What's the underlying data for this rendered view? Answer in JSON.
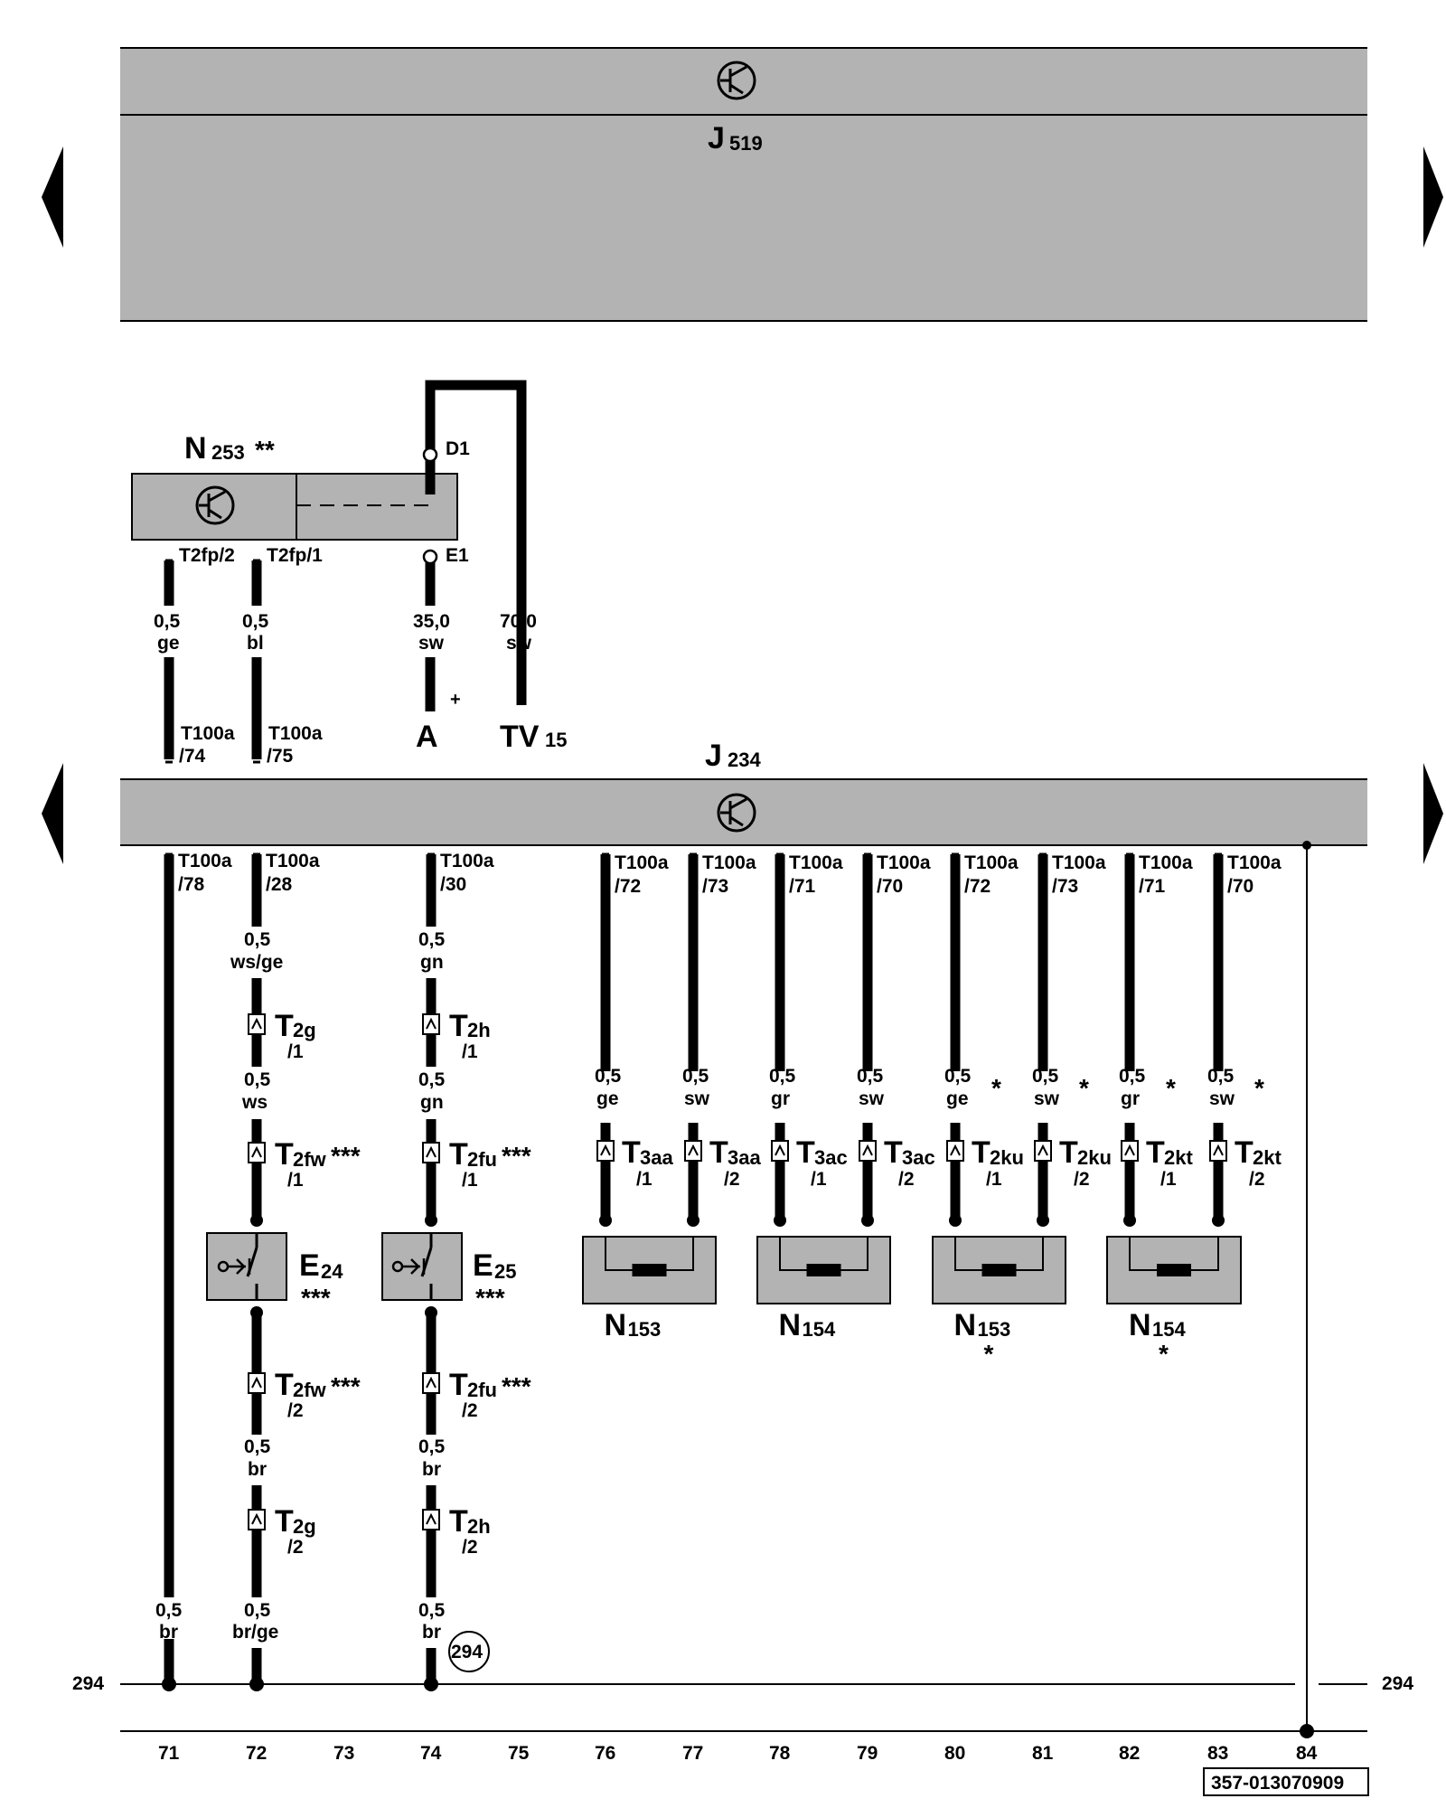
{
  "title_ref": "357-013070909",
  "ground_ref": "294",
  "ground_ref_circled": "294",
  "components": {
    "J519": {
      "letter": "J",
      "sub": "519"
    },
    "J234": {
      "letter": "J",
      "sub": "234"
    },
    "N253": {
      "letter": "N",
      "sub": "253",
      "mark": "**"
    },
    "A": {
      "label": "A",
      "pole": "+"
    },
    "TV15": {
      "letter": "TV",
      "sub": "15"
    },
    "E24": {
      "letter": "E",
      "sub": "24",
      "mark": "***"
    },
    "E25": {
      "letter": "E",
      "sub": "25",
      "mark": "***"
    },
    "N153a": {
      "letter": "N",
      "sub": "153",
      "mark": ""
    },
    "N154a": {
      "letter": "N",
      "sub": "154",
      "mark": ""
    },
    "N153b": {
      "letter": "N",
      "sub": "153",
      "mark": "*"
    },
    "N154b": {
      "letter": "N",
      "sub": "154",
      "mark": "*"
    }
  },
  "n253_pins": {
    "p1": "T2fp/2",
    "p2": "T2fp/1",
    "d1": "D1",
    "e1": "E1"
  },
  "upper_wires": {
    "w1": {
      "size": "0,5",
      "color": "ge",
      "pin": "T100a",
      "pin2": "/74"
    },
    "w2": {
      "size": "0,5",
      "color": "bl",
      "pin": "T100a",
      "pin2": "/75"
    },
    "w3": {
      "size": "35,0",
      "color": "sw"
    },
    "w4": {
      "size": "70,0",
      "color": "sw"
    }
  },
  "j234_pins": [
    {
      "pin": "T100a",
      "num": "/78"
    },
    {
      "pin": "T100a",
      "num": "/28"
    },
    {
      "pin": "T100a",
      "num": "/30"
    },
    {
      "pin": "T100a",
      "num": "/72"
    },
    {
      "pin": "T100a",
      "num": "/73"
    },
    {
      "pin": "T100a",
      "num": "/71"
    },
    {
      "pin": "T100a",
      "num": "/70"
    },
    {
      "pin": "T100a",
      "num": "/72"
    },
    {
      "pin": "T100a",
      "num": "/73"
    },
    {
      "pin": "T100a",
      "num": "/71"
    },
    {
      "pin": "T100a",
      "num": "/70"
    }
  ],
  "col72": {
    "w1": {
      "size": "0,5",
      "color": "ws/ge"
    },
    "c1": {
      "letter": "T",
      "sub": "2g",
      "num": "/1"
    },
    "w2": {
      "size": "0,5",
      "color": "ws"
    },
    "c2": {
      "letter": "T",
      "sub": "2fw",
      "num": "/1",
      "mark": "***"
    },
    "c3": {
      "letter": "T",
      "sub": "2fw",
      "num": "/2",
      "mark": "***"
    },
    "w3": {
      "size": "0,5",
      "color": "br"
    },
    "c4": {
      "letter": "T",
      "sub": "2g",
      "num": "/2"
    },
    "w4": {
      "size": "0,5",
      "color": "br/ge"
    }
  },
  "col74": {
    "w1": {
      "size": "0,5",
      "color": "gn"
    },
    "c1": {
      "letter": "T",
      "sub": "2h",
      "num": "/1"
    },
    "w2": {
      "size": "0,5",
      "color": "gn"
    },
    "c2": {
      "letter": "T",
      "sub": "2fu",
      "num": "/1",
      "mark": "***"
    },
    "c3": {
      "letter": "T",
      "sub": "2fu",
      "num": "/2",
      "mark": "***"
    },
    "w3": {
      "size": "0,5",
      "color": "br"
    },
    "c4": {
      "letter": "T",
      "sub": "2h",
      "num": "/2"
    },
    "w4": {
      "size": "0,5",
      "color": "br"
    }
  },
  "col71": {
    "size": "0,5",
    "color": "br"
  },
  "right_wires": [
    {
      "size": "0,5",
      "color": "ge",
      "mark": "",
      "conn": "3aa",
      "num": "/1"
    },
    {
      "size": "0,5",
      "color": "sw",
      "mark": "",
      "conn": "3aa",
      "num": "/2"
    },
    {
      "size": "0,5",
      "color": "gr",
      "mark": "",
      "conn": "3ac",
      "num": "/1"
    },
    {
      "size": "0,5",
      "color": "sw",
      "mark": "",
      "conn": "3ac",
      "num": "/2"
    },
    {
      "size": "0,5",
      "color": "ge",
      "mark": "*",
      "conn": "2ku",
      "num": "/1"
    },
    {
      "size": "0,5",
      "color": "sw",
      "mark": "*",
      "conn": "2ku",
      "num": "/2"
    },
    {
      "size": "0,5",
      "color": "gr",
      "mark": "*",
      "conn": "2kt",
      "num": "/1"
    },
    {
      "size": "0,5",
      "color": "sw",
      "mark": "*",
      "conn": "2kt",
      "num": "/2"
    }
  ],
  "right_conn_letter": "T",
  "columns": [
    "71",
    "72",
    "73",
    "74",
    "75",
    "76",
    "77",
    "78",
    "79",
    "80",
    "81",
    "82",
    "83",
    "84"
  ]
}
